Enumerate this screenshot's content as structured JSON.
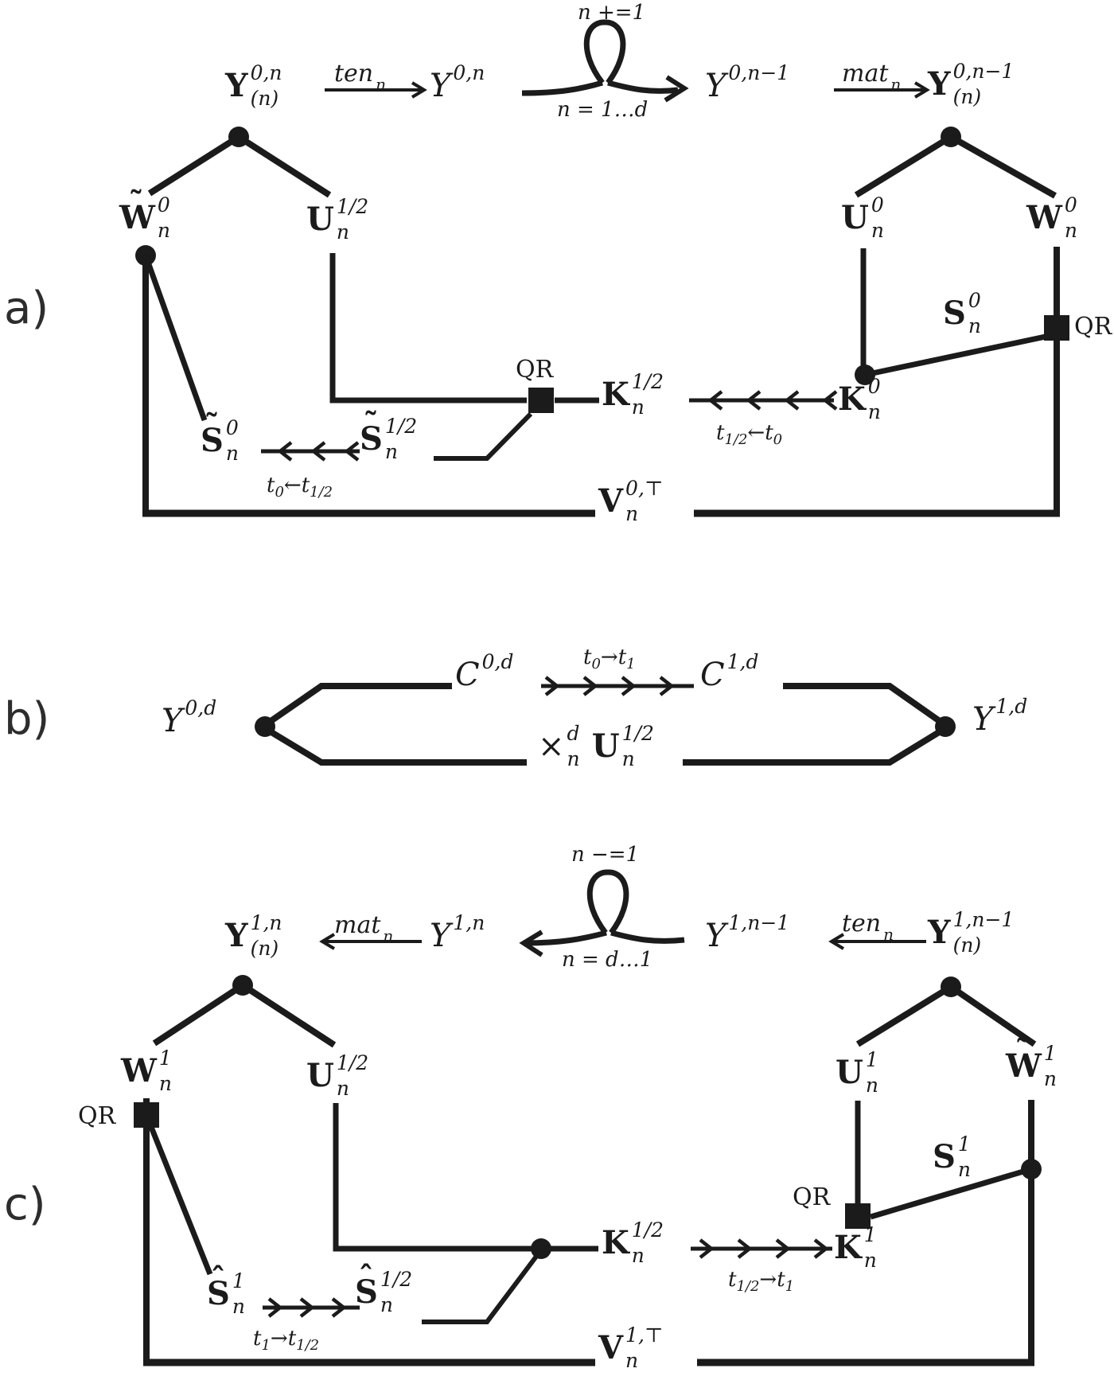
{
  "colors": {
    "ink": "#1b1b1b",
    "background": "#ffffff"
  },
  "panels": {
    "a": {
      "tag": "a)",
      "y_mat_left": {
        "base": "Y",
        "sup": "0,n",
        "sub": "(n)"
      },
      "ten_label": {
        "base": "ten",
        "sub": "n"
      },
      "y_plain_left": {
        "base": "Y",
        "sup": "0,n"
      },
      "loop_top": "n +=1",
      "loop_bottom": "n = 1…d",
      "y_plain_right": {
        "base": "Y",
        "sup": "0,n−1"
      },
      "mat_label": {
        "base": "mat",
        "sub": "n"
      },
      "y_mat_right": {
        "base": "Y",
        "sup": "0,n−1",
        "sub": "(n)"
      },
      "w_tilde": {
        "acc": "˜",
        "base": "W",
        "sup": "0",
        "sub": "n"
      },
      "u_half": {
        "base": "U",
        "sup": "1/2",
        "sub": "n"
      },
      "u0": {
        "base": "U",
        "sup": "0",
        "sub": "n"
      },
      "w0": {
        "base": "W",
        "sup": "0",
        "sub": "n"
      },
      "qr_mid": "QR",
      "qr_right": "QR",
      "k_half": {
        "base": "K",
        "sup": "1/2",
        "sub": "n"
      },
      "k0": {
        "base": "K",
        "sup": "0",
        "sub": "n"
      },
      "s0": {
        "base": "S",
        "sup": "0",
        "sub": "n"
      },
      "s_tilde0": {
        "acc": "˜",
        "base": "S",
        "sup": "0",
        "sub": "n"
      },
      "s_tilde_half": {
        "acc": "˜",
        "base": "S",
        "sup": "1/2",
        "sub": "n"
      },
      "v_transpose": {
        "base": "V",
        "sup": "0,⊤",
        "sub": "n"
      },
      "t_k_html": "t<sub>1/2</sub>←t<sub>0</sub>",
      "t_s_html": "t<sub>0</sub>←t<sub>1/2</sub>"
    },
    "b": {
      "tag": "b)",
      "y0d": {
        "base": "Y",
        "sup": "0,d"
      },
      "c0d": {
        "base": "C",
        "sup": "0,d"
      },
      "t_html": "t<sub>0</sub>→t<sub>1</sub>",
      "c1d": {
        "base": "C",
        "sup": "1,d"
      },
      "times": {
        "base": "×",
        "sup": "d",
        "sub": "n"
      },
      "u_half": {
        "base": "U",
        "sup": "1/2",
        "sub": "n"
      },
      "y1d": {
        "base": "Y",
        "sup": "1,d"
      }
    },
    "c": {
      "tag": "c)",
      "y_mat_left": {
        "base": "Y",
        "sup": "1,n",
        "sub": "(n)"
      },
      "mat_label": {
        "base": "mat",
        "sub": "n"
      },
      "y_plain_left": {
        "base": "Y",
        "sup": "1,n"
      },
      "loop_top": "n −=1",
      "loop_bottom": "n = d…1",
      "y_plain_right": {
        "base": "Y",
        "sup": "1,n−1"
      },
      "ten_label": {
        "base": "ten",
        "sub": "n"
      },
      "y_mat_right": {
        "base": "Y",
        "sup": "1,n−1",
        "sub": "(n)"
      },
      "w1": {
        "base": "W",
        "sup": "1",
        "sub": "n"
      },
      "u_half": {
        "base": "U",
        "sup": "1/2",
        "sub": "n"
      },
      "u1": {
        "base": "U",
        "sup": "1",
        "sub": "n"
      },
      "w_tilde1": {
        "acc": "˜",
        "base": "W",
        "sup": "1",
        "sub": "n"
      },
      "s1": {
        "base": "S",
        "sup": "1",
        "sub": "n"
      },
      "qr_left": "QR",
      "qr_right": "QR",
      "k_half": {
        "base": "K",
        "sup": "1/2",
        "sub": "n"
      },
      "k1": {
        "base": "K",
        "sup": "1",
        "sub": "n"
      },
      "s_hat1": {
        "acc": "ˆ",
        "base": "S",
        "sup": "1",
        "sub": "n"
      },
      "s_hat_half": {
        "acc": "ˆ",
        "base": "S",
        "sup": "1/2",
        "sub": "n"
      },
      "v_transpose": {
        "base": "V",
        "sup": "1,⊤",
        "sub": "n"
      },
      "t_k_html": "t<sub>1/2</sub>→t<sub>1</sub>",
      "t_s_html": "t<sub>1</sub>→t<sub>1/2</sub>"
    }
  }
}
